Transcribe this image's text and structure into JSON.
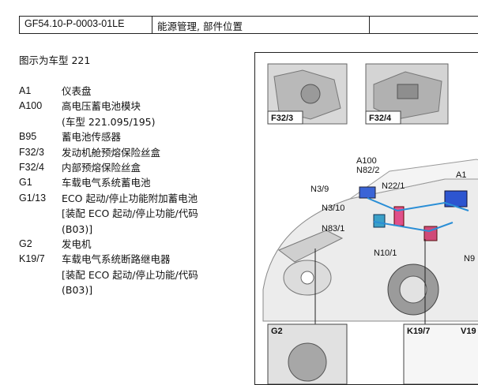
{
  "header": {
    "doc_code": "GF54.10-P-0003-01LE",
    "doc_title": "能源管理, 部件位置",
    "doc_extra": ""
  },
  "intro": "图示为车型 221",
  "legend": [
    {
      "code": "A1",
      "desc": "仪表盘"
    },
    {
      "code": "A100",
      "desc": "高电压蓄电池模块\n(车型 221.095/195)"
    },
    {
      "code": "B95",
      "desc": "蓄电池传感器"
    },
    {
      "code": "F32/3",
      "desc": "发动机舱预熔保险丝盒"
    },
    {
      "code": "F32/4",
      "desc": "内部预熔保险丝盒"
    },
    {
      "code": "G1",
      "desc": "车载电气系统蓄电池"
    },
    {
      "code": "G1/13",
      "desc": "ECO 起动/停止功能附加蓄电池\n[装配 ECO 起动/停止功能/代码\n(B03)]"
    },
    {
      "code": "G2",
      "desc": "发电机"
    },
    {
      "code": "K19/7",
      "desc": "车载电气系统断路继电器\n[装配 ECO 起动/停止功能/代码\n(B03)]"
    }
  ],
  "figure": {
    "inset_labels": {
      "f32_3": "F32/3",
      "f32_4": "F32/4",
      "g2": "G2",
      "k19_7": "K19/7",
      "v19": "V19"
    },
    "callouts": {
      "a100": "A100",
      "n82_2": "N82/2",
      "n3_9": "N3/9",
      "n22_1": "N22/1",
      "a1": "A1",
      "n3_10": "N3/10",
      "n83_1": "N83/1",
      "n10_1": "N10/1",
      "n9": "N9"
    }
  }
}
